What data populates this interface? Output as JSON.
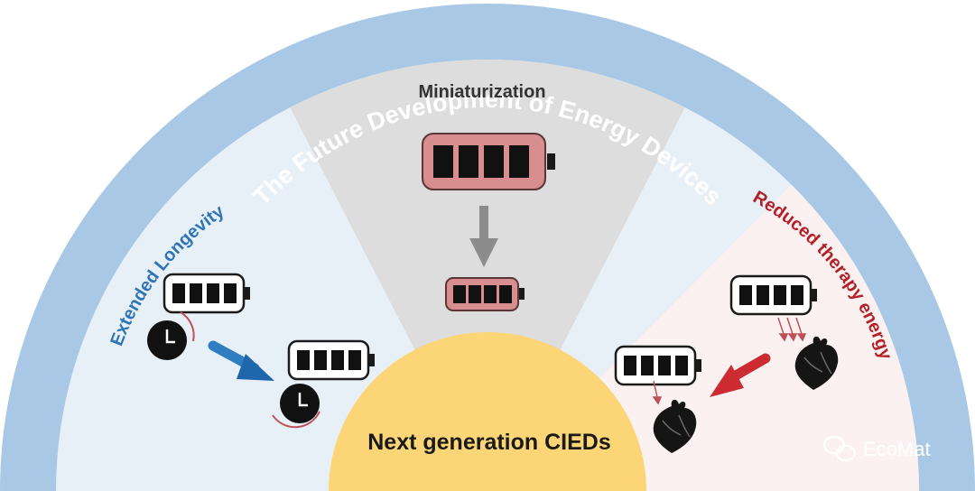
{
  "title": "The Future Development of Energy Devices",
  "sections": {
    "left": {
      "label": "Extended Longevity",
      "color": "#2f75b5"
    },
    "middle": {
      "label": "Miniaturization",
      "color": "#333333"
    },
    "right": {
      "label": "Reduced therapy energy",
      "color": "#b32028"
    }
  },
  "center_label": "Next generation CIEDs",
  "watermark": "EcoMat",
  "colors": {
    "arc": "#a8c8e6",
    "left_bg": "#e7eff7",
    "middle_bg": "#dddddd",
    "right_bg": "#fbf1f1",
    "center": "#fcd576",
    "battery_pink": "#d88d8e",
    "blue_arrow": "#2f7ec2",
    "red_arrow": "#cc2b31"
  },
  "icons": [
    "battery-icon",
    "clock-icon",
    "heart-icon",
    "arrow-icon",
    "wechat-icon"
  ]
}
